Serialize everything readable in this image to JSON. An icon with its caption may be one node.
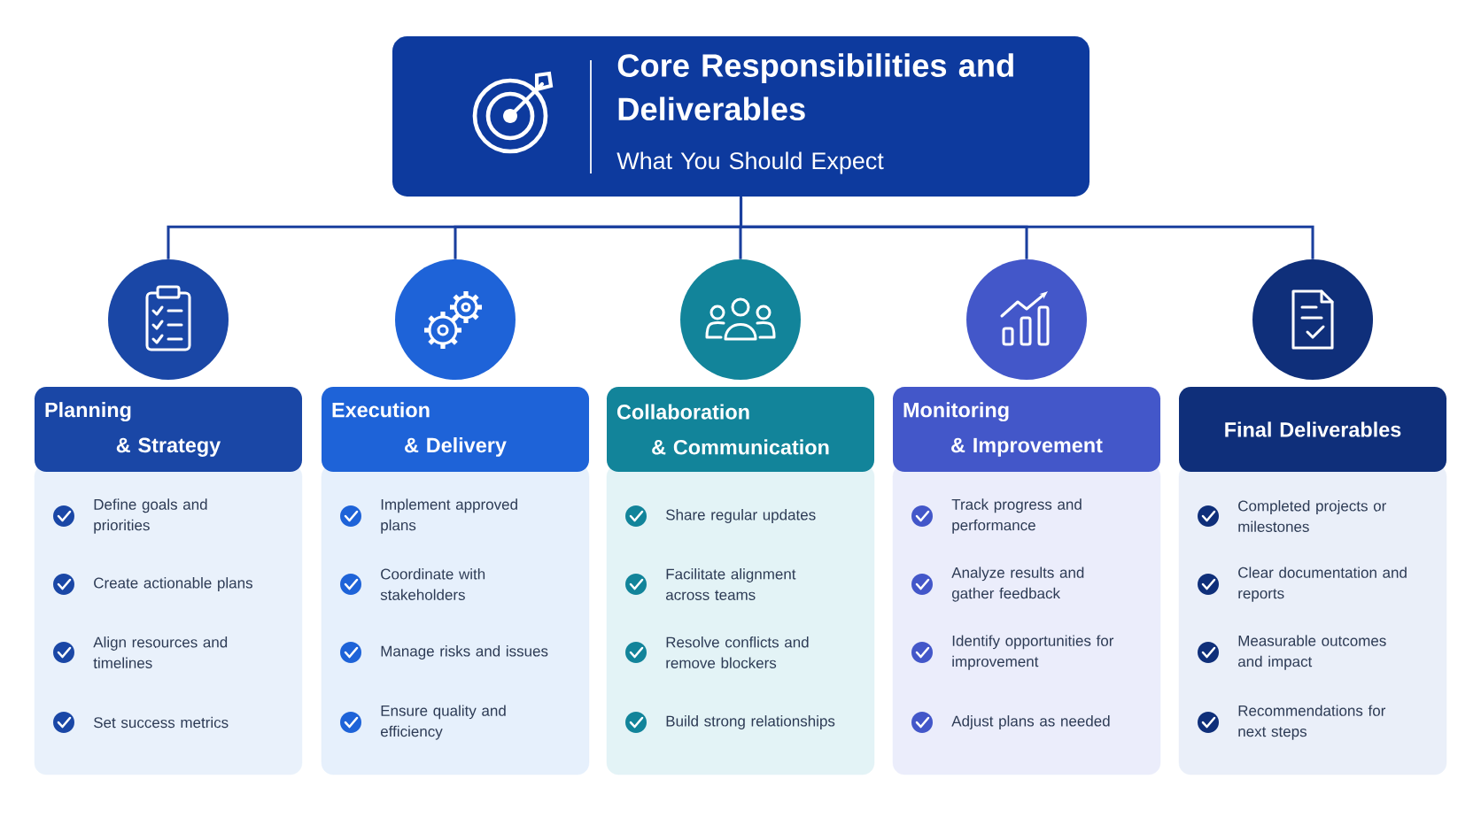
{
  "diagram": {
    "nodes": [
      {
        "text": [
          "Core Responsibilities and Deliverables",
          "What You Should Expect"
        ]
      },
      {
        "text": [],
        "shape": "circle"
      },
      {
        "text": [
          "Planning & Strategy"
        ]
      },
      {
        "text": [
          "Define goals and priorities",
          "Create actionable plans",
          "Align resources and timelines",
          "Set success metrics"
        ]
      },
      {
        "text": [],
        "shape": "circle"
      },
      {
        "text": [
          "Execution & Delivery"
        ]
      },
      {
        "text": [
          "Implement approved plans",
          "Coordinate with stakeholders",
          "Manage risks and issues",
          "Ensure quality and efficiency"
        ]
      },
      {
        "text": [],
        "shape": "circle"
      },
      {
        "text": [
          "Collaboration & Communication"
        ]
      },
      {
        "text": [
          "Share regular updates",
          "Facilitate alignment across teams",
          "Resolve conflicts and remove blockers",
          "Build strong relationships"
        ]
      },
      {
        "text": [],
        "shape": "circle"
      },
      {
        "text": [
          "Monitoring & Improvement"
        ]
      },
      {
        "text": [
          "Track progress and performance",
          "Analyze results and gather feedback",
          "Identify opportunities for improvement",
          "Adjust plans as needed"
        ]
      },
      {
        "text": [],
        "shape": "circle"
      },
      {
        "text": [
          "Final Deliverables"
        ]
      },
      {
        "text": [
          "Completed projects or milestones",
          "Clear documentation and reports",
          "Measurable outcomes and impact",
          "Recommendations for next steps"
        ]
      }
    ],
    "edges": [
      {
        "from": 0,
        "to": 1,
        "arrow": "none"
      },
      {
        "from": 0,
        "to": 4,
        "arrow": "none"
      },
      {
        "from": 0,
        "to": 7,
        "arrow": "none"
      },
      {
        "from": 0,
        "to": 10,
        "arrow": "none"
      },
      {
        "from": 0,
        "to": 13,
        "arrow": "none"
      }
    ]
  }
}
